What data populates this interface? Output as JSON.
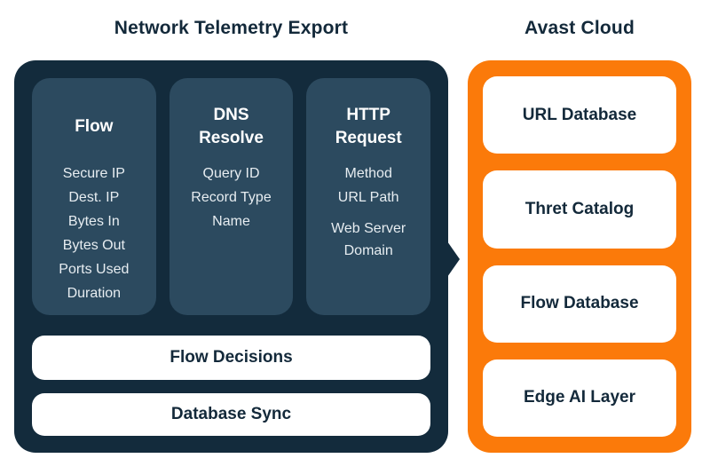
{
  "colors": {
    "background": "#ffffff",
    "panel_dark": "#132b3c",
    "column_bg": "#2c4a5f",
    "cloud_orange": "#fb7a0a",
    "box_white": "#ffffff",
    "heading_navy": "#13293a",
    "item_text": "#e7edf1"
  },
  "icons": {
    "flow_arrow": "right-pointing-triangle"
  },
  "left_section": {
    "title": "Network Telemetry Export",
    "columns": [
      {
        "header": "Flow",
        "items": [
          "Secure IP",
          "Dest. IP",
          "Bytes In",
          "Bytes Out",
          "Ports Used",
          "Duration"
        ]
      },
      {
        "header": "DNS Resolve",
        "items": [
          "Query ID",
          "Record Type",
          "Name"
        ]
      },
      {
        "header": "HTTP Request",
        "items": [
          "Method",
          "URL Path",
          "Web Server Domain"
        ]
      }
    ],
    "bars": [
      {
        "label": "Flow Decisions"
      },
      {
        "label": "Database Sync"
      }
    ]
  },
  "right_section": {
    "title": "Avast Cloud",
    "boxes": [
      {
        "label": "URL Database"
      },
      {
        "label": "Thret Catalog"
      },
      {
        "label": "Flow Database"
      },
      {
        "label": "Edge AI Layer"
      }
    ]
  }
}
